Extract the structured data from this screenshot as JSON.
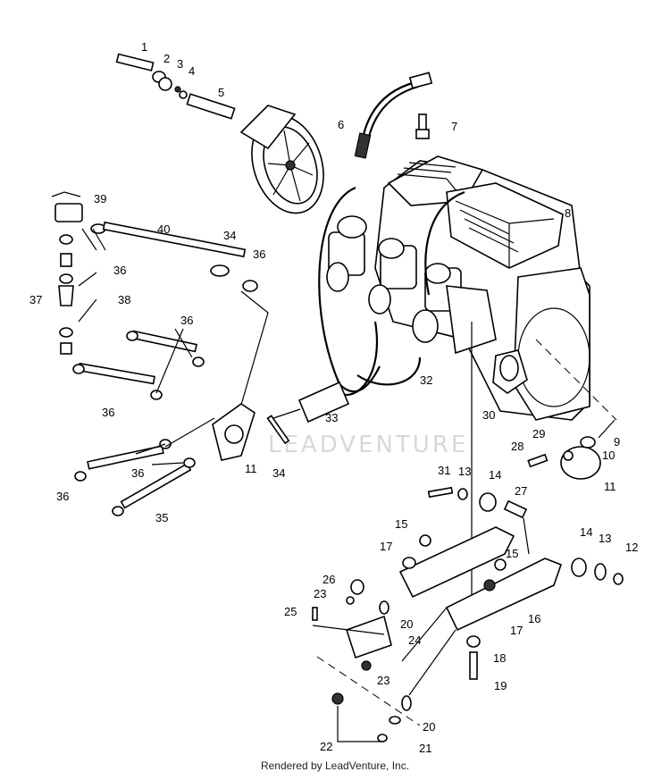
{
  "watermark": "LEADVENTURE",
  "footer": "Rendered by LeadVenture, Inc.",
  "callouts": [
    "1",
    "2",
    "3",
    "4",
    "5",
    "6",
    "7",
    "8",
    "9",
    "10",
    "11",
    "11",
    "12",
    "13",
    "13",
    "14",
    "14",
    "15",
    "15",
    "16",
    "17",
    "17",
    "18",
    "19",
    "20",
    "20",
    "21",
    "22",
    "23",
    "23",
    "24",
    "25",
    "26",
    "27",
    "28",
    "29",
    "30",
    "31",
    "32",
    "33",
    "34",
    "34",
    "35",
    "36",
    "36",
    "36",
    "36",
    "36",
    "36",
    "37",
    "38",
    "39",
    "40"
  ]
}
